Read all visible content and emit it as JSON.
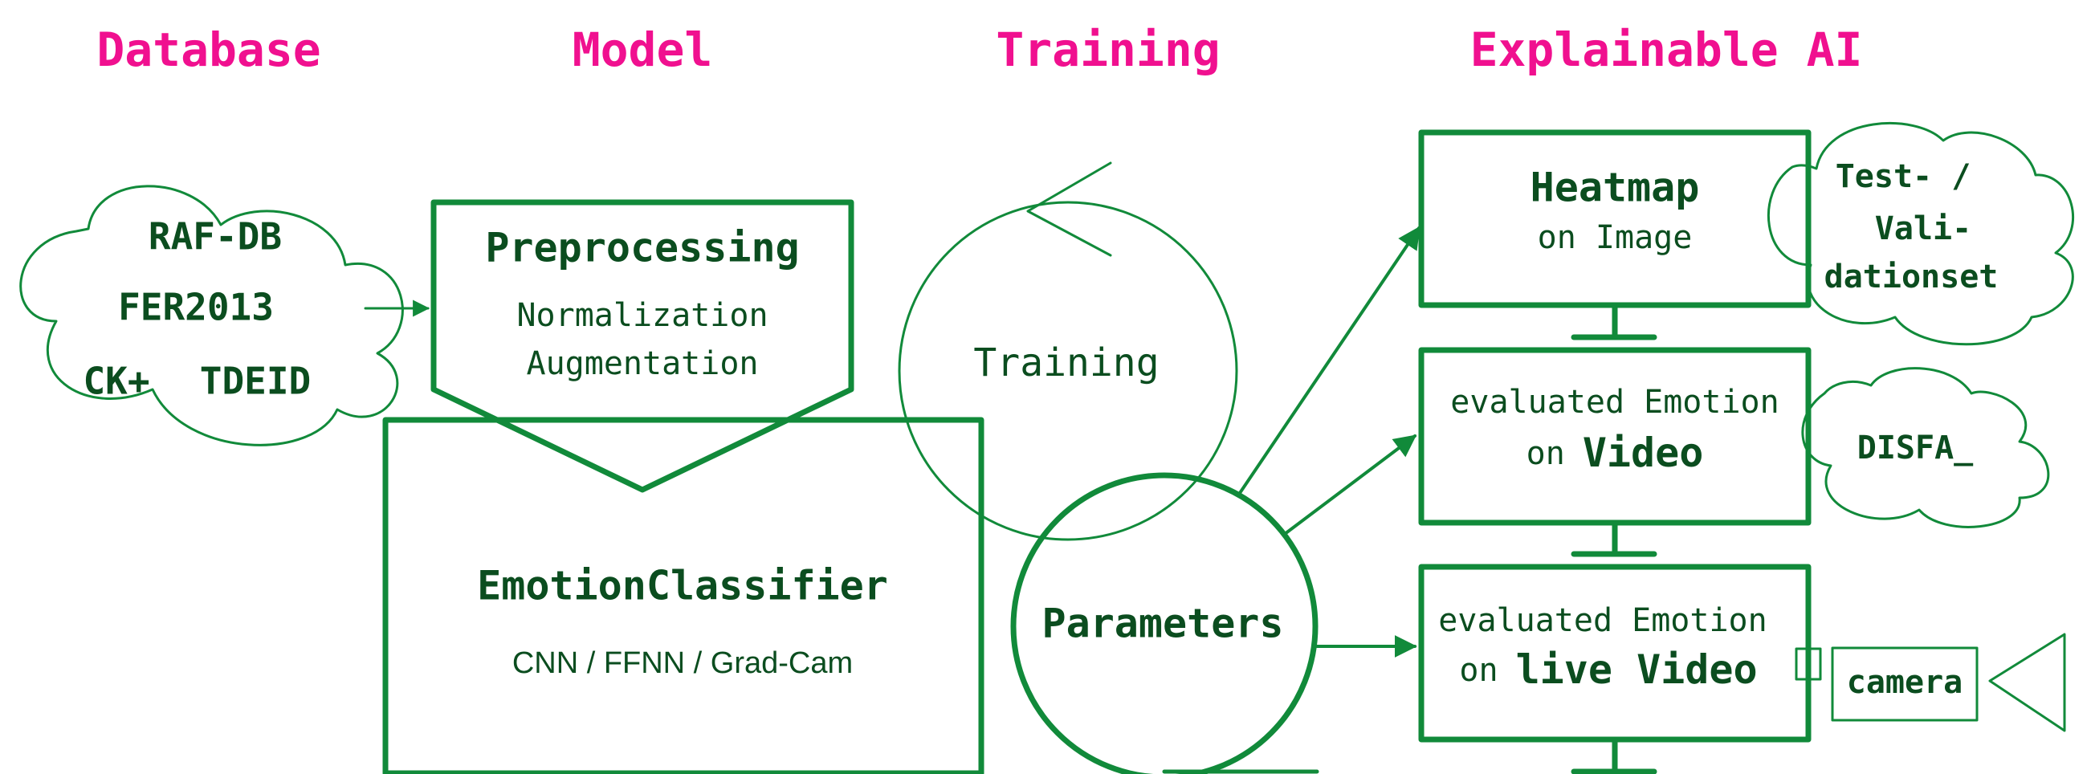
{
  "columns": {
    "database": "Database",
    "model": "Model",
    "training": "Training",
    "explainable_ai": "Explainable AI"
  },
  "datasets": {
    "raf_db": "RAF-DB",
    "fer2013": "FER2013",
    "ck_plus": "CK+",
    "tdeid": "TDEID"
  },
  "preprocessing": {
    "title": "Preprocessing",
    "line1": "Normalization",
    "line2": "Augmentation"
  },
  "classifier": {
    "title": "EmotionClassifier",
    "subtitle": "CNN / FFNN / Grad-Cam"
  },
  "training_loop": {
    "label": "Training"
  },
  "parameters": {
    "label": "Parameters"
  },
  "outputs": {
    "heatmap_title": "Heatmap",
    "heatmap_sub": "on Image",
    "video_line1": "evaluated Emotion",
    "video_on": "on",
    "video_strong": "Video",
    "live_line1": "evaluated Emotion",
    "live_on": "on",
    "live_strong": "live Video"
  },
  "sources": {
    "testset_line1": "Test- /",
    "testset_line2": "Vali-",
    "testset_line3": "dationset",
    "disfa": "DISFA_",
    "camera": "camera"
  }
}
